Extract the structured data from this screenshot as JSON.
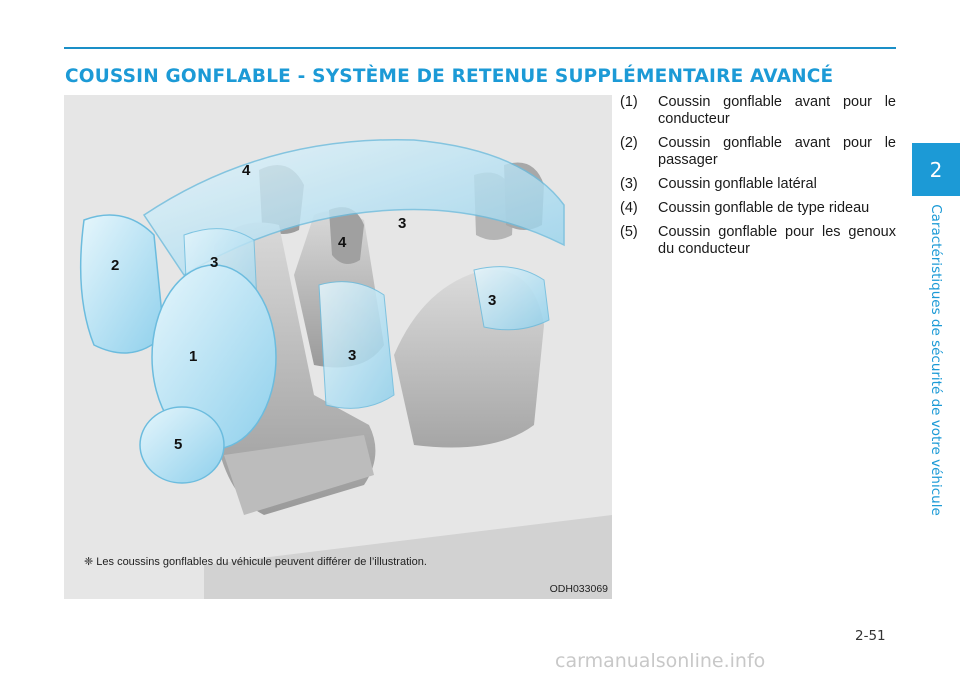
{
  "page": {
    "heading": "COUSSIN GONFLABLE - SYSTÈME DE RETENUE SUPPLÉMENTAIRE AVANCÉ",
    "page_number": "2-51",
    "chapter_number": "2",
    "chapter_title": "Caractéristiques de sécurité de votre véhicule",
    "watermark": "carmanualsonline.info"
  },
  "figure": {
    "note": "❈ Les coussins gonflables du véhicule peuvent différer de l’illustration.",
    "code": "ODH033069",
    "callouts": [
      "4",
      "2",
      "3",
      "3",
      "4",
      "3",
      "1",
      "3",
      "5"
    ]
  },
  "legend": [
    {
      "num": "(1)",
      "text": "Coussin gonflable avant pour le conducteur"
    },
    {
      "num": "(2)",
      "text": "Coussin gonflable avant pour le passager"
    },
    {
      "num": "(3)",
      "text": "Coussin gonflable latéral"
    },
    {
      "num": "(4)",
      "text": "Coussin gonflable de type rideau"
    },
    {
      "num": "(5)",
      "text": "Coussin gonflable pour les genoux du conducteur"
    }
  ],
  "colors": {
    "accent": "#1c9ad6",
    "airbag_fill": "#bfe6f5",
    "figure_background": "#e6e6e6"
  }
}
